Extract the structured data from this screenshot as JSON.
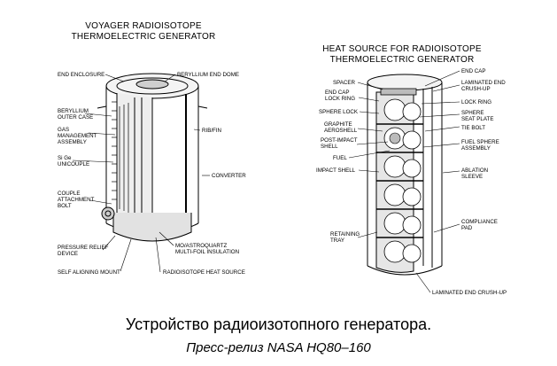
{
  "left": {
    "title_line1": "VOYAGER RADIOISOTOPE",
    "title_line2": "THERMOELECTRIC GENERATOR",
    "labels": {
      "end_enclosure": "END ENCLOSURE",
      "beryllium_end_dome": "BERYLLIUM END DOME",
      "beryllium_outer_case_1": "BERYLLIUM",
      "beryllium_outer_case_2": "OUTER CASE",
      "gas_1": "GAS",
      "gas_2": "MANAGEMENT",
      "gas_3": "ASSEMBLY",
      "rib_fin": "RIB/FIN",
      "sige_1": "Si Ge",
      "sige_2": "UNICOUPLE",
      "converter": "CONVERTER",
      "couple_1": "COUPLE",
      "couple_2": "ATTACHMENT",
      "couple_3": "BOLT",
      "pressure_1": "PRESSURE RELIEF",
      "pressure_2": "DEVICE",
      "mo_1": "MO/ASTROQUARTZ",
      "mo_2": "MULTI-FOIL INSULATION",
      "self_aligning": "SELF ALIGNING MOUNT",
      "heat_source": "RADIOISOTOPE HEAT SOURCE"
    }
  },
  "right": {
    "title_line1": "HEAT SOURCE FOR RADIOISOTOPE",
    "title_line2": "THERMOELECTRIC GENERATOR",
    "labels": {
      "spacer": "SPACER",
      "end_cap_lock_1": "END CAP",
      "end_cap_lock_2": "LOCK RING",
      "sphere_lock": "SPHERE LOCK",
      "graphite_1": "GRAPHITE",
      "graphite_2": "AEROSHELL",
      "post_impact_1": "POST-IMPACT",
      "post_impact_2": "SHELL",
      "fuel": "FUEL",
      "impact_shell": "IMPACT SHELL",
      "retaining_1": "RETAINING",
      "retaining_2": "TRAY",
      "end_cap": "END CAP",
      "laminated_top_1": "LAMINATED END",
      "laminated_top_2": "CRUSH-UP",
      "lock_ring": "LOCK RING",
      "sphere_seat_1": "SPHERE",
      "sphere_seat_2": "SEAT PLATE",
      "tie_bolt": "TIE BOLT",
      "fuel_sphere_1": "FUEL SPHERE",
      "fuel_sphere_2": "ASSEMBLY",
      "ablation_1": "ABLATION",
      "ablation_2": "SLEEVE",
      "compliance_1": "COMPLIANCE",
      "compliance_2": "PAD",
      "laminated_bottom": "LAMINATED END CRUSH-UP"
    }
  },
  "caption": {
    "main": "Устройство радиоизотопного генератора.",
    "sub": "Пресс-релиз NASA HQ80–160"
  }
}
